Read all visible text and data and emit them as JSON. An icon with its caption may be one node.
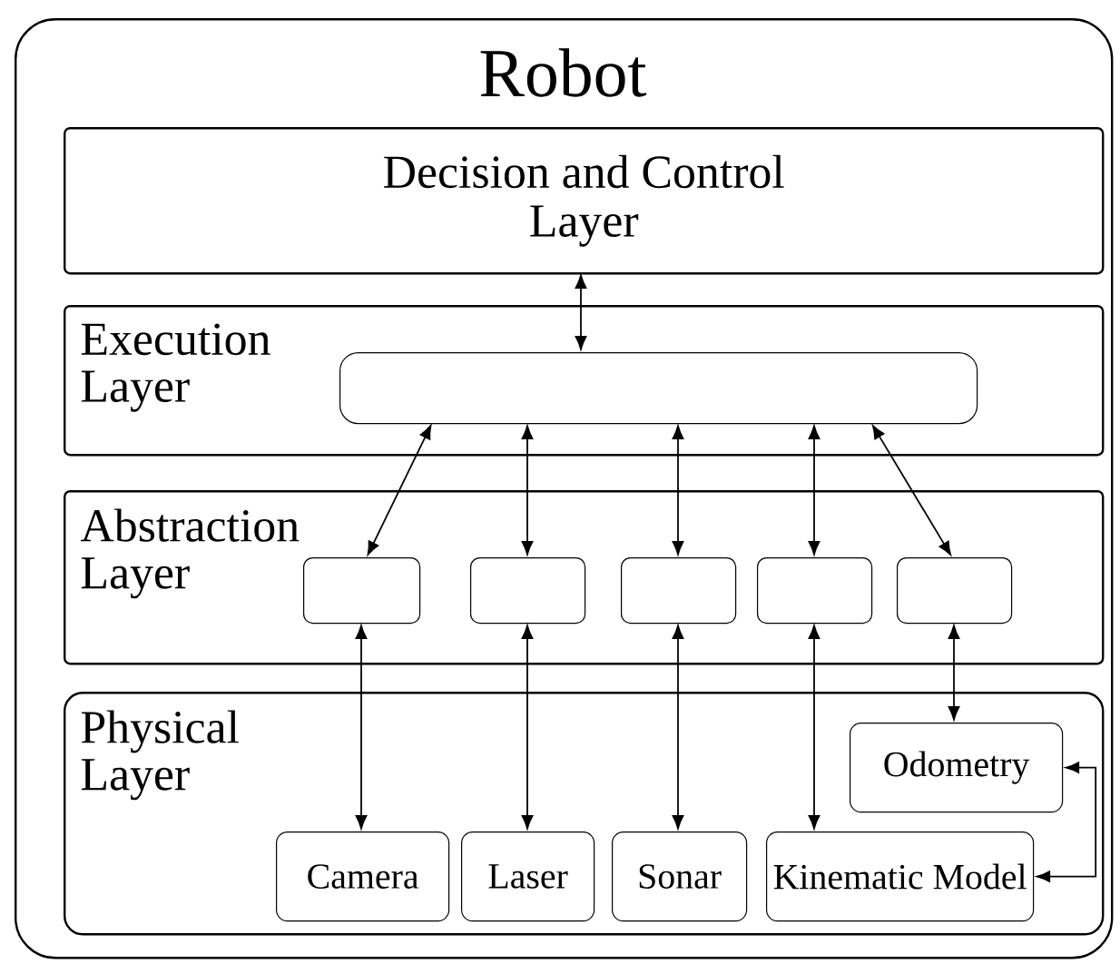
{
  "diagram": {
    "nodes": [
      {
        "text": [
          "Robot"
        ]
      },
      {
        "text": [
          "Decision and Control Layer"
        ],
        "in": 0
      },
      {
        "text": [
          "Execution Layer"
        ],
        "in": 0
      },
      {
        "text": [],
        "shape": "box",
        "in": 2
      },
      {
        "text": [
          "Abstraction Layer"
        ],
        "in": 0
      },
      {
        "text": [],
        "shape": "box",
        "in": 4
      },
      {
        "text": [],
        "shape": "box",
        "in": 4
      },
      {
        "text": [],
        "shape": "box",
        "in": 4
      },
      {
        "text": [],
        "shape": "box",
        "in": 4
      },
      {
        "text": [],
        "shape": "box",
        "in": 4
      },
      {
        "text": [
          "Physical Layer"
        ],
        "in": 0
      },
      {
        "text": [
          "Odometry"
        ],
        "in": 10
      },
      {
        "text": [
          "Camera"
        ],
        "in": 10
      },
      {
        "text": [
          "Laser"
        ],
        "in": 10
      },
      {
        "text": [
          "Sonar"
        ],
        "in": 10
      },
      {
        "text": [
          "Kinematic Model"
        ],
        "in": 10
      }
    ],
    "edges": [
      {
        "from": 1,
        "to": 3,
        "arrow": "both"
      },
      {
        "from": 3,
        "to": 5,
        "arrow": "both"
      },
      {
        "from": 3,
        "to": 6,
        "arrow": "both"
      },
      {
        "from": 3,
        "to": 7,
        "arrow": "both"
      },
      {
        "from": 3,
        "to": 8,
        "arrow": "both"
      },
      {
        "from": 3,
        "to": 9,
        "arrow": "both"
      },
      {
        "from": 5,
        "to": 12,
        "arrow": "both"
      },
      {
        "from": 6,
        "to": 13,
        "arrow": "both"
      },
      {
        "from": 7,
        "to": 14,
        "arrow": "both"
      },
      {
        "from": 8,
        "to": 15,
        "arrow": "both"
      },
      {
        "from": 9,
        "to": 11,
        "arrow": "both"
      },
      {
        "from": 11,
        "to": 15,
        "arrow": "both"
      }
    ]
  }
}
